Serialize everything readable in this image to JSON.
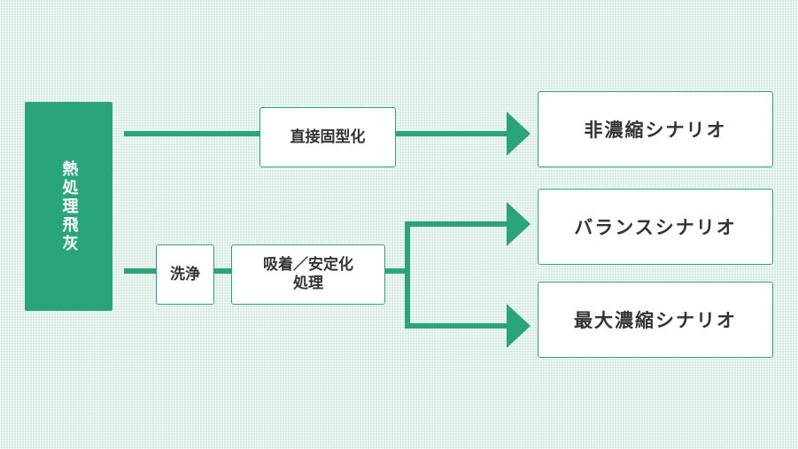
{
  "colors": {
    "accent": "#2aa57a",
    "background": "#d6ece3",
    "text": "#333333"
  },
  "source": {
    "label": "熱処理飛灰"
  },
  "processes": {
    "direct": "直接固型化",
    "washing": "洗浄",
    "adsorption": "吸着／安定化\n処理"
  },
  "scenarios": {
    "non_concentration": "非濃縮シナリオ",
    "balance": "バランスシナリオ",
    "max_concentration": "最大濃縮シナリオ"
  }
}
